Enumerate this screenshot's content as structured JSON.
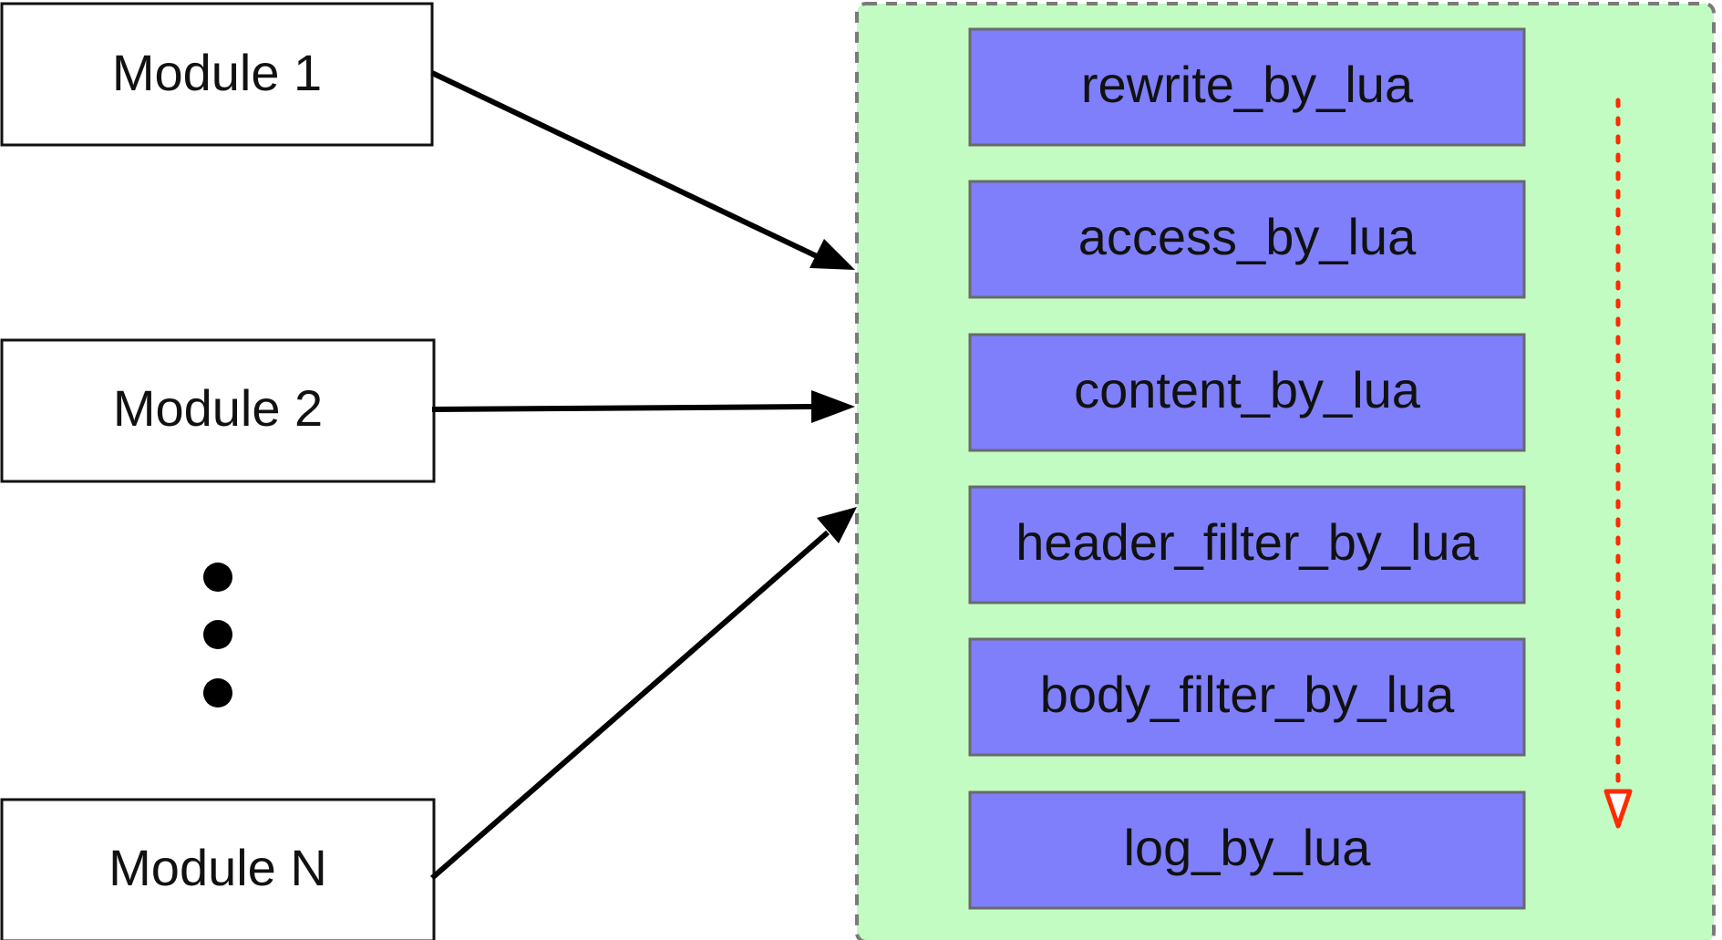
{
  "modules": [
    {
      "id": "m1",
      "label": "Module 1"
    },
    {
      "id": "m2",
      "label": "Module 2"
    },
    {
      "id": "mN",
      "label": "Module N"
    }
  ],
  "phases": [
    {
      "id": "rewrite",
      "label": "rewrite_by_lua"
    },
    {
      "id": "access",
      "label": "access_by_lua"
    },
    {
      "id": "content",
      "label": "content_by_lua"
    },
    {
      "id": "header_filter",
      "label": "header_filter_by_lua"
    },
    {
      "id": "body_filter",
      "label": "body_filter_by_lua"
    },
    {
      "id": "log",
      "label": "log_by_lua"
    }
  ],
  "colors": {
    "container_fill": "#c2fcc2",
    "container_border": "#7a7a7a",
    "phase_fill": "#7f7ffc",
    "flow_arrow": "#ff2a00",
    "connector": "#000000"
  }
}
